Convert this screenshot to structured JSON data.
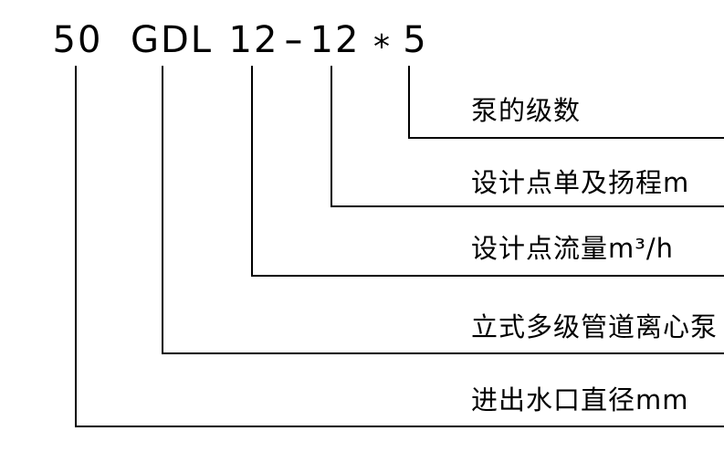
{
  "model_code": {
    "full": "50 GDL 12-12*5",
    "segments": [
      {
        "text": "50"
      },
      {
        "text": "GDL"
      },
      {
        "text": "12"
      },
      {
        "text": "-"
      },
      {
        "text": "12"
      },
      {
        "text": "*"
      },
      {
        "text": "5"
      }
    ]
  },
  "legend": [
    {
      "label": "泵的级数"
    },
    {
      "label": "设计点单及扬程m"
    },
    {
      "label": "设计点流量m³/h"
    },
    {
      "label": "立式多级管道离心泵"
    },
    {
      "label": "进出水口直径mm"
    }
  ],
  "colors": {
    "background": "#ffffff",
    "line": "#000000",
    "text": "#000000"
  }
}
